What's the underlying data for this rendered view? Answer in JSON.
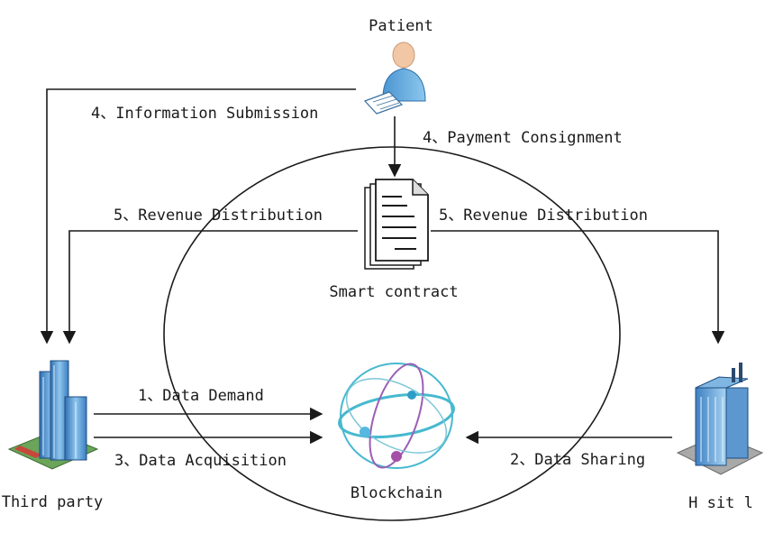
{
  "nodes": {
    "patient": "Patient",
    "smart_contract": "Smart contract",
    "third_party": "Third party",
    "blockchain": "Blockchain",
    "hospital": "H  sit l"
  },
  "edges": {
    "information_submission": "4、Information Submission",
    "payment_consignment": "4、Payment Consignment",
    "revenue_distribution_left": "5、Revenue Distribution",
    "revenue_distribution_right": "5、Revenue Distribution",
    "data_demand": "1、Data Demand",
    "data_acquisition": "3、Data Acquisition",
    "data_sharing": "2、Data Sharing"
  },
  "colors": {
    "line": "#1a1a1a",
    "orbit_teal": "#47b9cf",
    "orbit_purple": "#9a5fb5",
    "node_teal": "#2e9dc8",
    "node_purple": "#a64fa8",
    "patient_body": "#5ea9de",
    "building_blue": "#3e86c8"
  }
}
